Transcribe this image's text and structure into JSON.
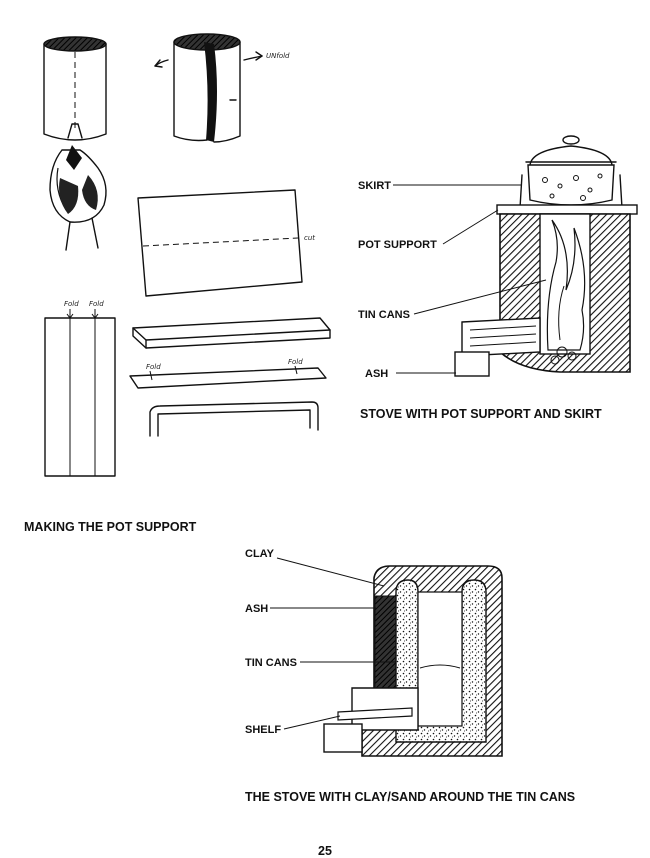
{
  "annotations": {
    "unfold": "UNfold",
    "cut": "cut",
    "fold_left": "Fold",
    "fold_right": "Fold",
    "fold_strip_left": "Fold",
    "fold_strip_right": "Fold"
  },
  "stove_top": {
    "labels": {
      "skirt": "SKIRT",
      "pot_support": "POT SUPPORT",
      "tin_cans": "TIN CANS",
      "ash": "ASH"
    },
    "caption": "STOVE WITH POT SUPPORT AND SKIRT"
  },
  "making_caption": "MAKING THE POT SUPPORT",
  "stove_bottom": {
    "labels": {
      "clay": "CLAY",
      "ash": "ASH",
      "tin_cans": "TIN CANS",
      "shelf": "SHELF"
    },
    "caption": "THE STOVE WITH CLAY/SAND AROUND THE TIN CANS"
  },
  "page_number": "25"
}
